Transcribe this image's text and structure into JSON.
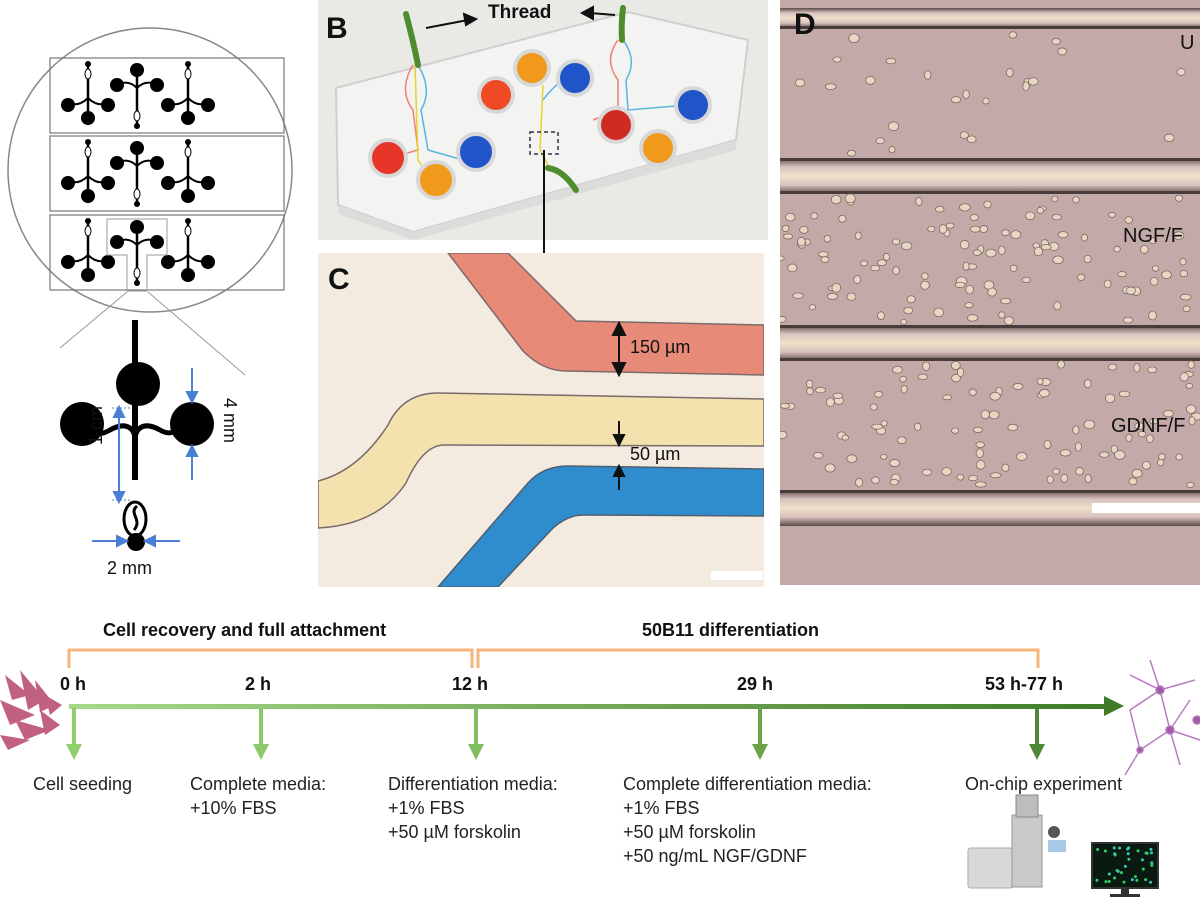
{
  "figure": {
    "panel_a": {
      "dimension_labels": {
        "height": "1 cm",
        "reservoir_diameter": "4 mm",
        "outlet_diameter": "2 mm"
      },
      "accent_color": "#4a7fd6"
    },
    "panel_b": {
      "letter": "B",
      "thread_label": "Thread",
      "dye_colors": {
        "red": "#e8352a",
        "orange": "#f29a1c",
        "blue": "#1f55c8"
      }
    },
    "panel_c": {
      "letter": "C",
      "channel_width_label": "150 µm",
      "gap_label": "50 µm",
      "channel_colors": {
        "red": "#e88a78",
        "yellow": "#f3e1ae",
        "blue": "#2f8ccd"
      }
    },
    "panel_d": {
      "letter": "D",
      "channel_labels": [
        "U",
        "NGF/F",
        "GDNF/F"
      ]
    },
    "timeline": {
      "phases": [
        {
          "label": "Cell recovery and full attachment"
        },
        {
          "label": "50B11 differentiation"
        }
      ],
      "bracket_color": "#f5b47a",
      "arrow_colors": [
        "#8fcf6e",
        "#8bc96a",
        "#7fbd5e",
        "#6ea34a",
        "#4e8a36"
      ],
      "axis_color_start": "#a6d98a",
      "axis_color_end": "#3f7a2a",
      "events": [
        {
          "time": "0 h",
          "description": [
            "Cell seeding"
          ]
        },
        {
          "time": "2 h",
          "description": [
            "Complete media:",
            "+10% FBS"
          ]
        },
        {
          "time": "12 h",
          "description": [
            "Differentiation media:",
            "+1% FBS",
            "+50 µM forskolin"
          ]
        },
        {
          "time": "29 h",
          "description": [
            "Complete differentiation media:",
            "+1% FBS",
            "+50 µM forskolin",
            "+50 ng/mL NGF/GDNF"
          ]
        },
        {
          "time": "53 h-77 h",
          "description": [
            "On-chip experiment"
          ]
        }
      ]
    }
  }
}
